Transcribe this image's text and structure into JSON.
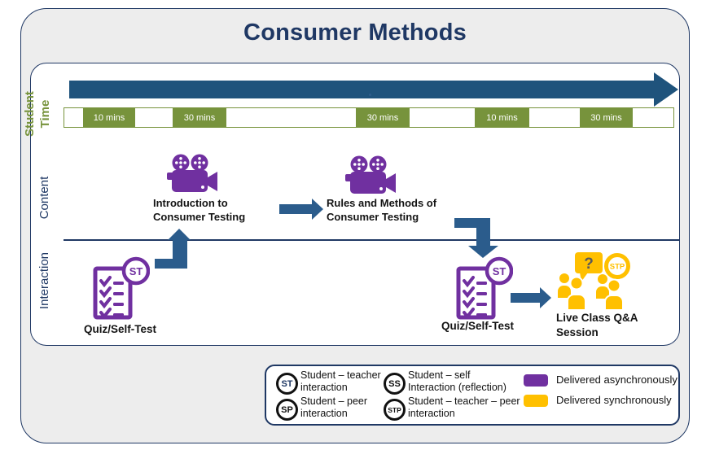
{
  "title": "Consumer Methods",
  "colors": {
    "navy": "#1F3864",
    "big_arrow_blue": "#1F537C",
    "arrow_blue": "#2B5C8C",
    "olive_green": "#77933C",
    "purple_async": "#7030A0",
    "yellow_sync": "#FFC000"
  },
  "rows": {
    "time_label": "Student\nTime",
    "content_label": "Content",
    "interaction_label": "Interaction"
  },
  "timeline": {
    "segments": [
      {
        "label": "10 mins"
      },
      {
        "label": "30 mins"
      },
      {
        "label": "30 mins"
      },
      {
        "label": "10 mins"
      },
      {
        "label": "30 mins"
      }
    ]
  },
  "content_items": [
    {
      "label": "Introduction to\nConsumer Testing",
      "icon": "video-camera-icon"
    },
    {
      "label": "Rules and Methods of\nConsumer Testing",
      "icon": "video-camera-icon"
    }
  ],
  "interaction_items": [
    {
      "label": "Quiz/Self-Test",
      "icon": "quiz-checklist-icon",
      "badge": "ST"
    },
    {
      "label": "Quiz/Self-Test",
      "icon": "quiz-checklist-icon",
      "badge": "ST"
    },
    {
      "label": "Live Class Q&A\nSession",
      "icon": "people-qa-icon",
      "badge": "STP",
      "bubble": "?"
    }
  ],
  "legend": {
    "badges": [
      {
        "code": "ST",
        "label": "Student – teacher\ninteraction"
      },
      {
        "code": "SP",
        "label": "Student – peer\ninteraction"
      },
      {
        "code": "SS",
        "label": "Student – self\nInteraction (reflection)"
      },
      {
        "code": "STP",
        "label": "Student – teacher – peer\ninteraction"
      }
    ],
    "delivery": [
      {
        "label": "Delivered asynchronously",
        "color": "#7030A0"
      },
      {
        "label": "Delivered synchronously",
        "color": "#FFC000"
      }
    ]
  }
}
